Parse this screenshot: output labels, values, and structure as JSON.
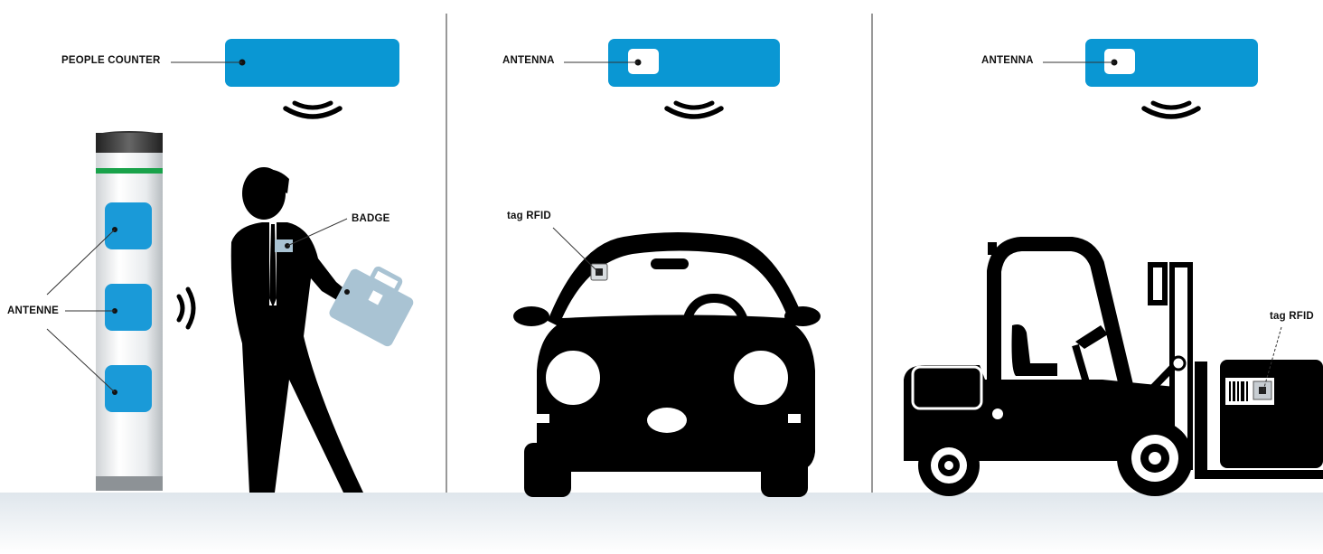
{
  "panels": {
    "people": {
      "reader_label": "PEOPLE COUNTER",
      "antennas_label": "ANTENNE",
      "badge_label": "BADGE"
    },
    "vehicle": {
      "reader_label": "ANTENNA",
      "tag_label": "tag RFID"
    },
    "forklift": {
      "reader_label": "ANTENNA",
      "tag_label": "tag RFID"
    }
  },
  "colors": {
    "reader_blue": "#0a97d3",
    "antenna_blue": "#1a9ad8",
    "silhouette": "#000000",
    "badge_grey": "#a9c3d3",
    "floor": "#e9eef2",
    "divider": "#333333"
  }
}
